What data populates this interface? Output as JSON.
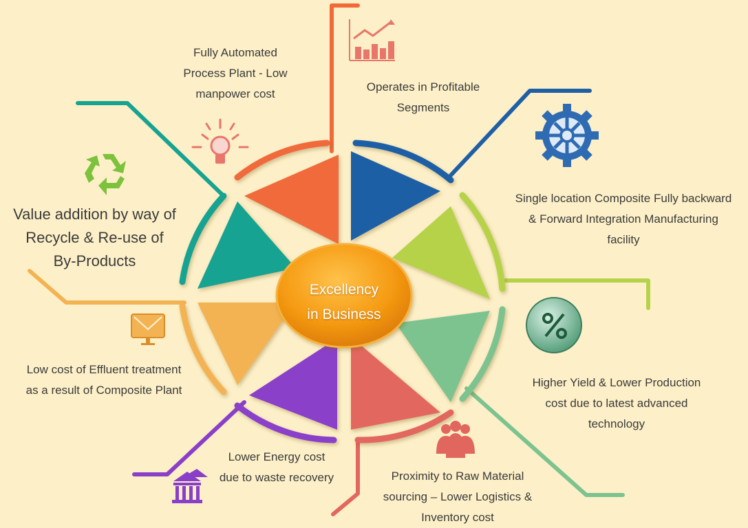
{
  "center": {
    "line1": "Excellency",
    "line2": "in Business"
  },
  "items": [
    {
      "lines": [
        "Fully Automated",
        "Process Plant - Low",
        "manpower cost"
      ],
      "color": "#f06a3a",
      "icon": "lightbulb-icon"
    },
    {
      "lines": [
        "Operates in Profitable",
        "Segments"
      ],
      "color": "#1f5fa5",
      "icon": "growth-chart-icon"
    },
    {
      "lines": [
        "Single location Composite Fully backward",
        "& Forward Integration Manufacturing",
        "facility"
      ],
      "color": "#b6d24a",
      "icon": "gear-icon"
    },
    {
      "lines": [
        "Higher Yield & Lower Production",
        "cost due to latest advanced",
        "technology"
      ],
      "color": "#7cc38f",
      "icon": "percent-icon"
    },
    {
      "lines": [
        "Proximity to Raw Material",
        "sourcing – Lower Logistics &",
        "Inventory cost"
      ],
      "color": "#e2675f",
      "icon": "people-icon"
    },
    {
      "lines": [
        "Lower Energy cost",
        "due to waste recovery"
      ],
      "color": "#8a3fc9",
      "icon": "bank-icon"
    },
    {
      "lines": [
        "Low cost of Effluent treatment",
        "as a result of Composite Plant"
      ],
      "color": "#f3b353",
      "icon": "monitor-icon"
    },
    {
      "lines": [
        "Value addition by way of",
        "Recycle & Re-use of",
        "By-Products"
      ],
      "color": "#17a391",
      "icon": "recycle-icon"
    }
  ]
}
